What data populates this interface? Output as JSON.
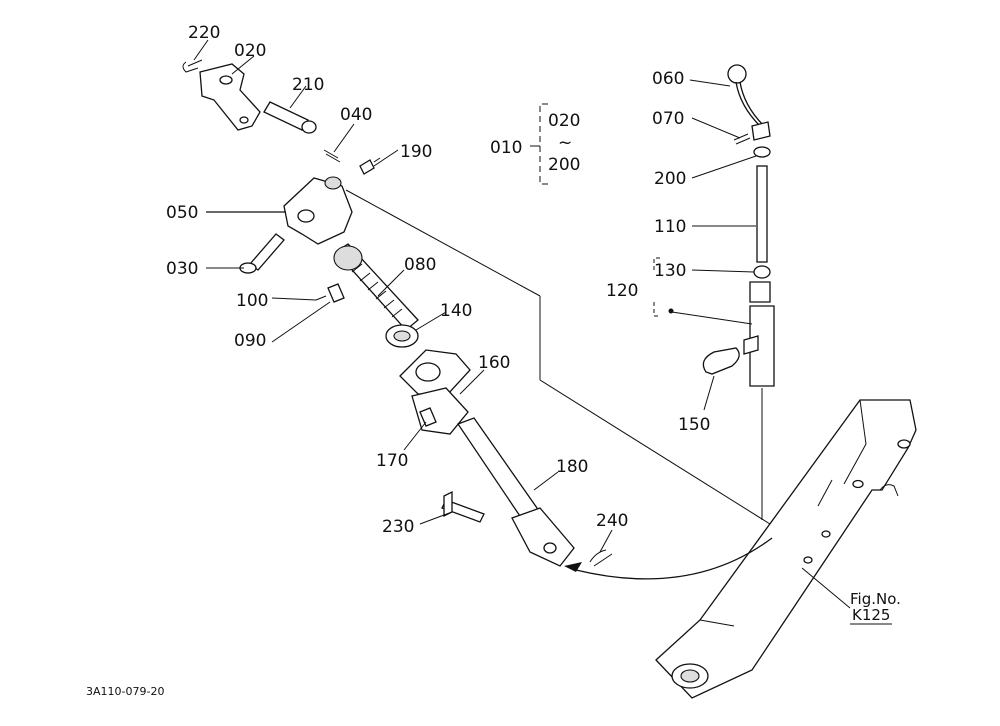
{
  "diagram": {
    "callouts": [
      {
        "id": "c220",
        "text": "220"
      },
      {
        "id": "c020",
        "text": "020"
      },
      {
        "id": "c210",
        "text": "210"
      },
      {
        "id": "c040",
        "text": "040"
      },
      {
        "id": "c190",
        "text": "190"
      },
      {
        "id": "c050",
        "text": "050"
      },
      {
        "id": "c030",
        "text": "030"
      },
      {
        "id": "c080",
        "text": "080"
      },
      {
        "id": "c100",
        "text": "100"
      },
      {
        "id": "c140",
        "text": "140"
      },
      {
        "id": "c090",
        "text": "090"
      },
      {
        "id": "c160",
        "text": "160"
      },
      {
        "id": "c170",
        "text": "170"
      },
      {
        "id": "c180",
        "text": "180"
      },
      {
        "id": "c230",
        "text": "230"
      },
      {
        "id": "c240",
        "text": "240"
      },
      {
        "id": "c060",
        "text": "060"
      },
      {
        "id": "c070",
        "text": "070"
      },
      {
        "id": "c200",
        "text": "200"
      },
      {
        "id": "c110",
        "text": "110"
      },
      {
        "id": "c130",
        "text": "130"
      },
      {
        "id": "c120",
        "text": "120"
      },
      {
        "id": "c150",
        "text": "150"
      }
    ],
    "group": {
      "main": "010",
      "from": "020",
      "tilde": "~",
      "to": "200"
    },
    "fig_ref": {
      "line1": "Fig.No.",
      "line2": "K125"
    },
    "drawing_code": "3A110-079-20"
  }
}
